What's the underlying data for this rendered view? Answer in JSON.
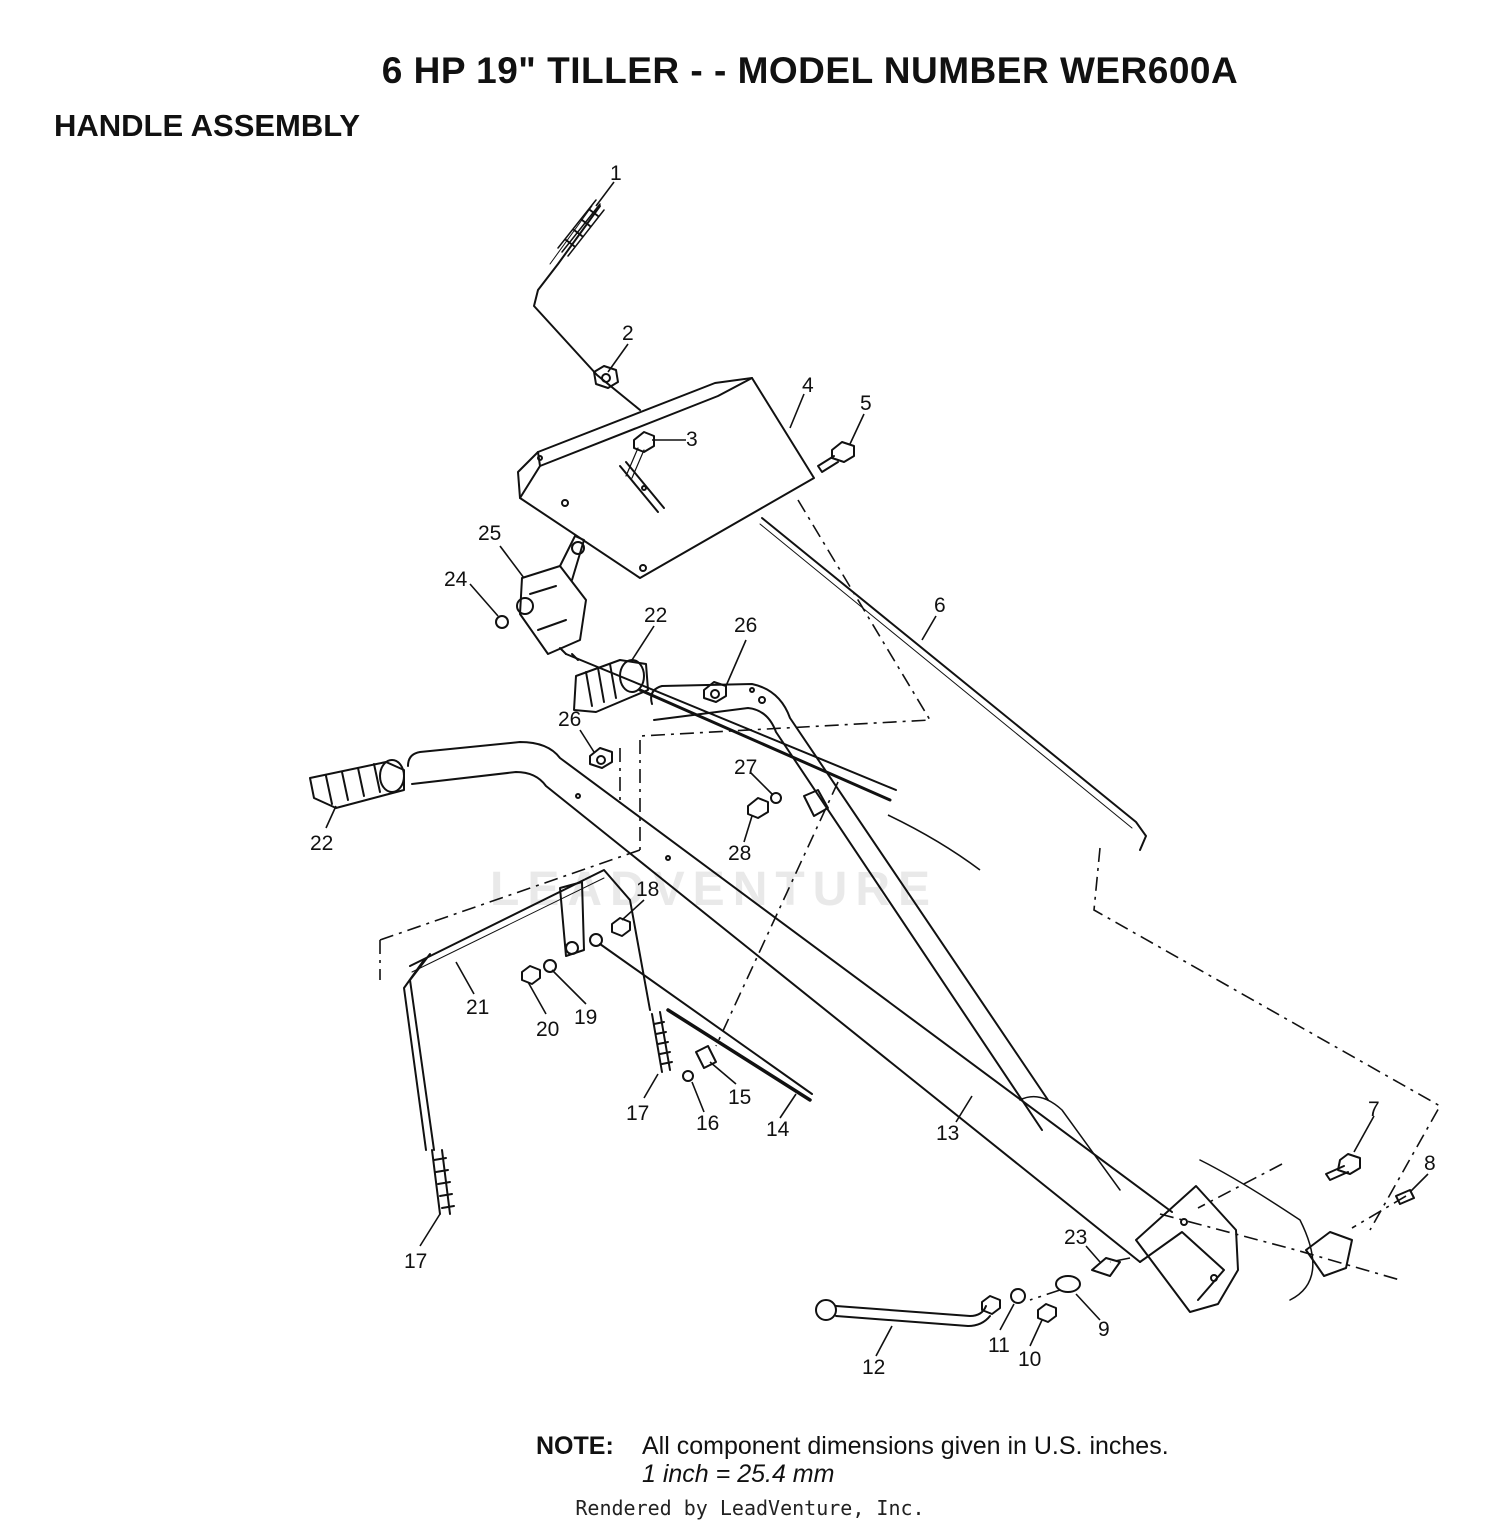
{
  "title": "6 HP 19\" TILLER - - MODEL NUMBER WER600A",
  "section": "HANDLE ASSEMBLY",
  "watermark": "LEADVENTURE",
  "callouts": [
    {
      "id": "c1",
      "text": "1"
    },
    {
      "id": "c2",
      "text": "2"
    },
    {
      "id": "c3",
      "text": "3"
    },
    {
      "id": "c4",
      "text": "4"
    },
    {
      "id": "c5",
      "text": "5"
    },
    {
      "id": "c6",
      "text": "6"
    },
    {
      "id": "c7",
      "text": "7"
    },
    {
      "id": "c8",
      "text": "8"
    },
    {
      "id": "c9",
      "text": "9"
    },
    {
      "id": "c10",
      "text": "10"
    },
    {
      "id": "c11",
      "text": "11"
    },
    {
      "id": "c12",
      "text": "12"
    },
    {
      "id": "c13",
      "text": "13"
    },
    {
      "id": "c14",
      "text": "14"
    },
    {
      "id": "c15",
      "text": "15"
    },
    {
      "id": "c16",
      "text": "16"
    },
    {
      "id": "c17a",
      "text": "17"
    },
    {
      "id": "c17b",
      "text": "17"
    },
    {
      "id": "c18",
      "text": "18"
    },
    {
      "id": "c19",
      "text": "19"
    },
    {
      "id": "c20",
      "text": "20"
    },
    {
      "id": "c21",
      "text": "21"
    },
    {
      "id": "c22a",
      "text": "22"
    },
    {
      "id": "c22b",
      "text": "22"
    },
    {
      "id": "c23",
      "text": "23"
    },
    {
      "id": "c24",
      "text": "24"
    },
    {
      "id": "c25",
      "text": "25"
    },
    {
      "id": "c26a",
      "text": "26"
    },
    {
      "id": "c26b",
      "text": "26"
    },
    {
      "id": "c27",
      "text": "27"
    },
    {
      "id": "c28",
      "text": "28"
    }
  ],
  "note": {
    "label": "NOTE:",
    "text": "All component dimensions given in U.S. inches.",
    "conversion": "1 inch = 25.4 mm"
  },
  "footer": "Rendered by LeadVenture, Inc."
}
